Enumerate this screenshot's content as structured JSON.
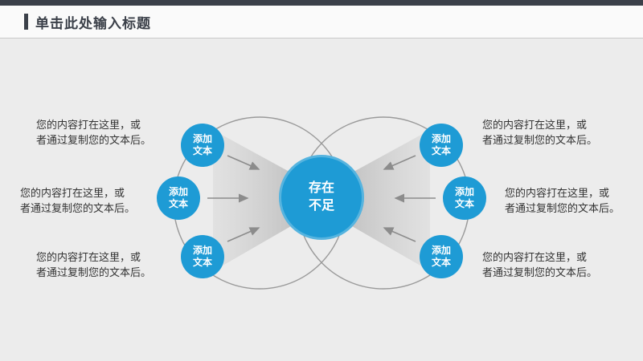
{
  "slide": {
    "title": "单击此处输入标题"
  },
  "diagram": {
    "center_label": "存在\n不足",
    "node_label": "添加\n文本",
    "left_texts": [
      "您的内容打在这里，或\n者通过复制您的文本后。",
      "您的内容打在这里，或\n者通过复制您的文本后。",
      "您的内容打在这里，或\n者通过复制您的文本后。"
    ],
    "right_texts": [
      "您的内容打在这里，或\n者通过复制您的文本后。",
      "您的内容打在这里，或\n者通过复制您的文本后。",
      "您的内容打在这里，或\n者通过复制您的文本后。"
    ]
  },
  "colors": {
    "blue": "#1e9bd5",
    "dark": "#3b4049",
    "bg": "#ececec",
    "stroke": "#9a9a9a",
    "arrow": "#8c8c8c"
  }
}
